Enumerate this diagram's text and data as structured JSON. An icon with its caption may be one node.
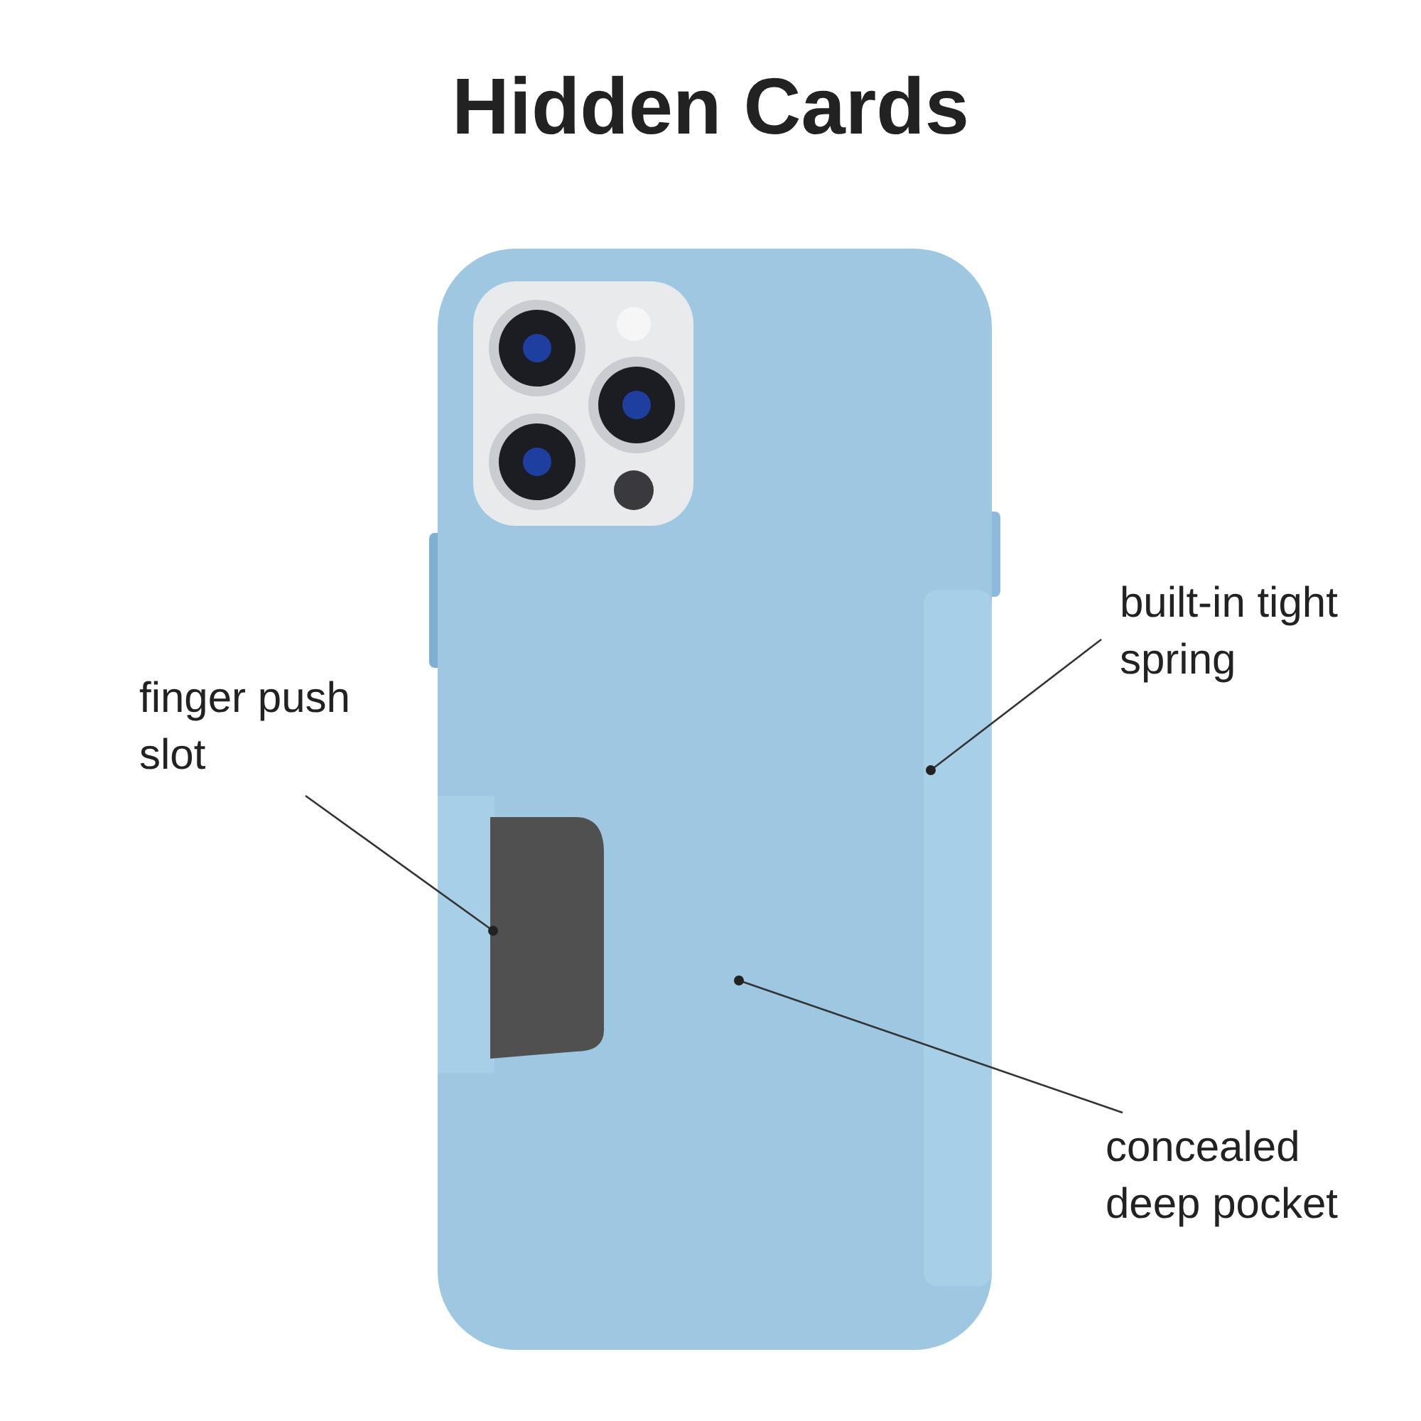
{
  "diagram": {
    "title": "Hidden Cards",
    "nodes": [
      {
        "text": [
          "finger push slot"
        ]
      },
      {
        "text": [
          "built-in tight spring"
        ]
      },
      {
        "text": [
          "concealed deep pocket"
        ]
      }
    ],
    "edges": [
      {
        "from": 0,
        "to": null,
        "arrow": "other"
      },
      {
        "from": 1,
        "to": null,
        "arrow": "other"
      },
      {
        "from": 2,
        "to": null,
        "arrow": "other"
      }
    ]
  }
}
